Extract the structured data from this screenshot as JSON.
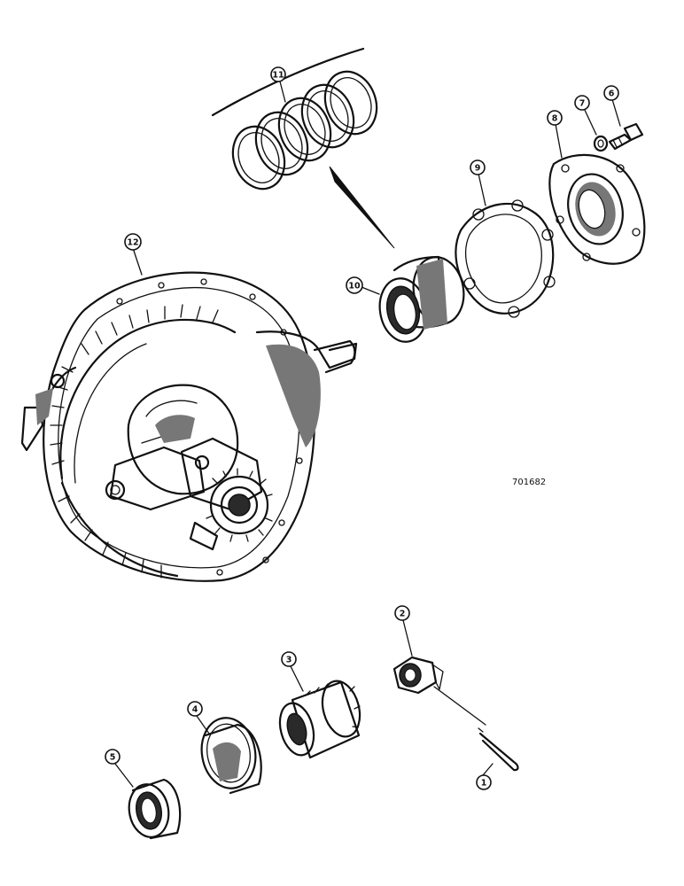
{
  "drawing": {
    "reference_number": "701682"
  },
  "callouts": [
    {
      "id": "1"
    },
    {
      "id": "2"
    },
    {
      "id": "3"
    },
    {
      "id": "4"
    },
    {
      "id": "5"
    },
    {
      "id": "6"
    },
    {
      "id": "7"
    },
    {
      "id": "8"
    },
    {
      "id": "9"
    },
    {
      "id": "10"
    },
    {
      "id": "11"
    },
    {
      "id": "12"
    }
  ]
}
